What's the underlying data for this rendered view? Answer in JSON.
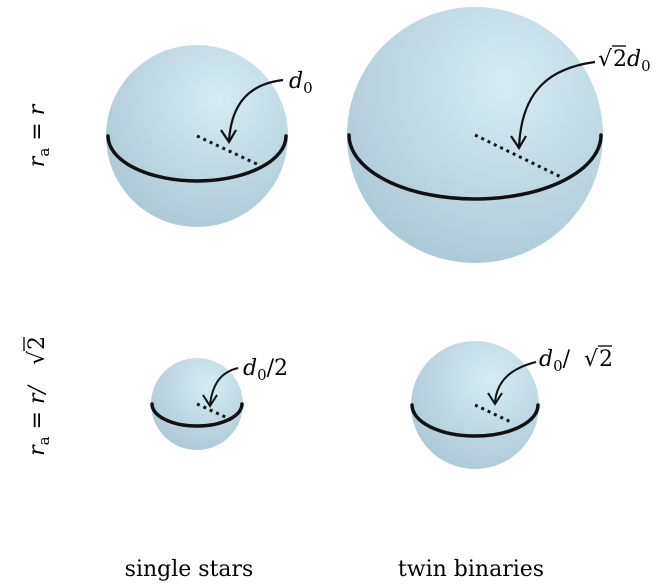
{
  "columns": [
    {
      "label": "single stars"
    },
    {
      "label": "twin binaries"
    }
  ],
  "rows": [
    {
      "label": {
        "var": "r",
        "sub": "a",
        "eq": " = r"
      }
    },
    {
      "label": {
        "var": "r",
        "sub": "a",
        "eq": " = r/",
        "sqrt": "2"
      }
    }
  ],
  "spheres": [
    {
      "distance_label": {
        "pre": "",
        "sqrt": "",
        "var": "d",
        "sub": "0",
        "post": ""
      }
    },
    {
      "distance_label": {
        "pre": "",
        "sqrt": "2",
        "var": "d",
        "sub": "0",
        "post": ""
      }
    },
    {
      "distance_label": {
        "pre": "",
        "sqrt": "",
        "var": "d",
        "sub": "0",
        "post": "/2"
      }
    },
    {
      "distance_label": {
        "pre": "",
        "sqrt": "",
        "var": "d",
        "sub": "0",
        "post": "/",
        "post_sqrt": "2"
      }
    }
  ],
  "colors": {
    "sphere_light": "#d6ecf4",
    "sphere_dark": "#a9c6d3",
    "outline": "#111111"
  }
}
